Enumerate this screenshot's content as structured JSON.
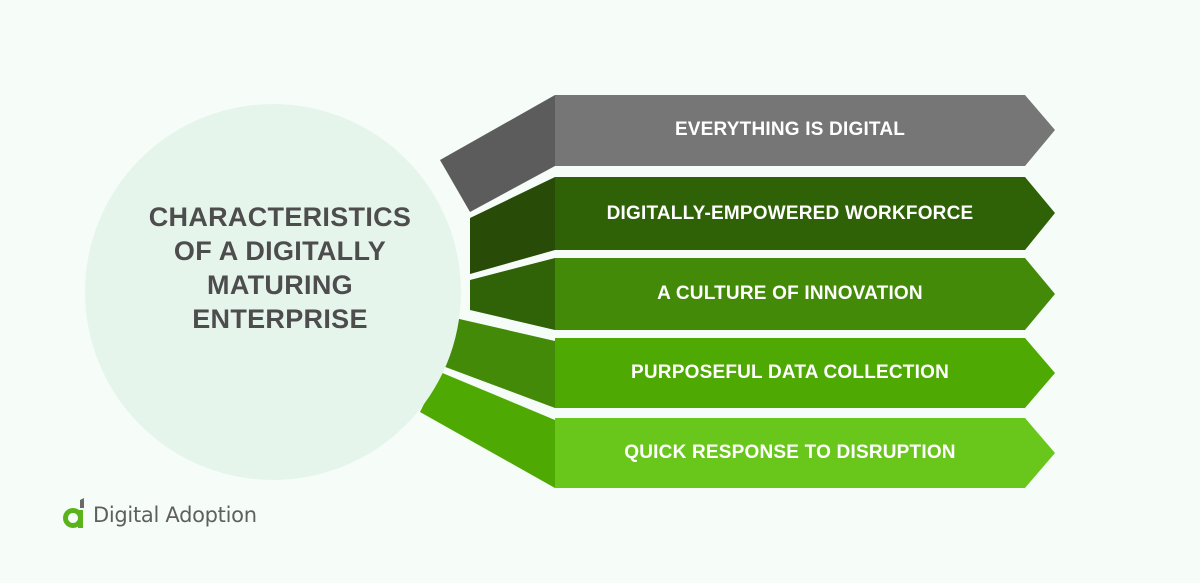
{
  "title": "CHARACTERISTICS OF A DIGITALLY MATURING ENTERPRISE",
  "title_lines": [
    "CHARACTERISTICS",
    "OF A DIGITALLY",
    "MATURING",
    "ENTERPRISE"
  ],
  "items": [
    {
      "label": "EVERYTHING IS DIGITAL",
      "color": "#767676",
      "side_color": "#5c5c5c"
    },
    {
      "label": "DIGITALLY-EMPOWERED WORKFORCE",
      "color": "#2f6107",
      "side_color": "#284c08"
    },
    {
      "label": "A CULTURE OF INNOVATION",
      "color": "#448a09",
      "side_color": "#306207"
    },
    {
      "label": "PURPOSEFUL DATA COLLECTION",
      "color": "#4ea903",
      "side_color": "#448a09"
    },
    {
      "label": "QUICK RESPONSE TO DISRUPTION",
      "color": "#69c71c",
      "side_color": "#4ea903"
    }
  ],
  "logo": {
    "text": "Digital Adoption",
    "icon": "digital-adoption-logo-icon",
    "accent": "#5ab31b"
  },
  "colors": {
    "background": "#f6fdf8",
    "circle": "#e6f5ec",
    "title_text": "#4d4d4d"
  }
}
